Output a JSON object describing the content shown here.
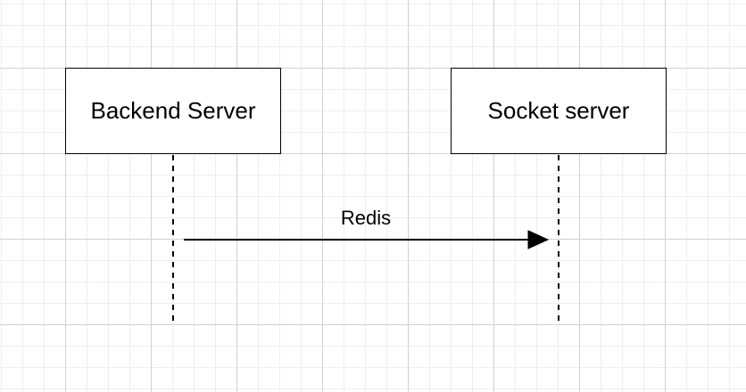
{
  "participants": {
    "backend": {
      "label": "Backend Server"
    },
    "socket": {
      "label": "Socket server"
    }
  },
  "messages": [
    {
      "label": "Redis",
      "from": "backend",
      "to": "socket"
    }
  ],
  "colors": {
    "stroke": "#000000",
    "grid_major": "#d0d0d0",
    "grid_minor": "#eeeeee",
    "background": "#ffffff"
  }
}
